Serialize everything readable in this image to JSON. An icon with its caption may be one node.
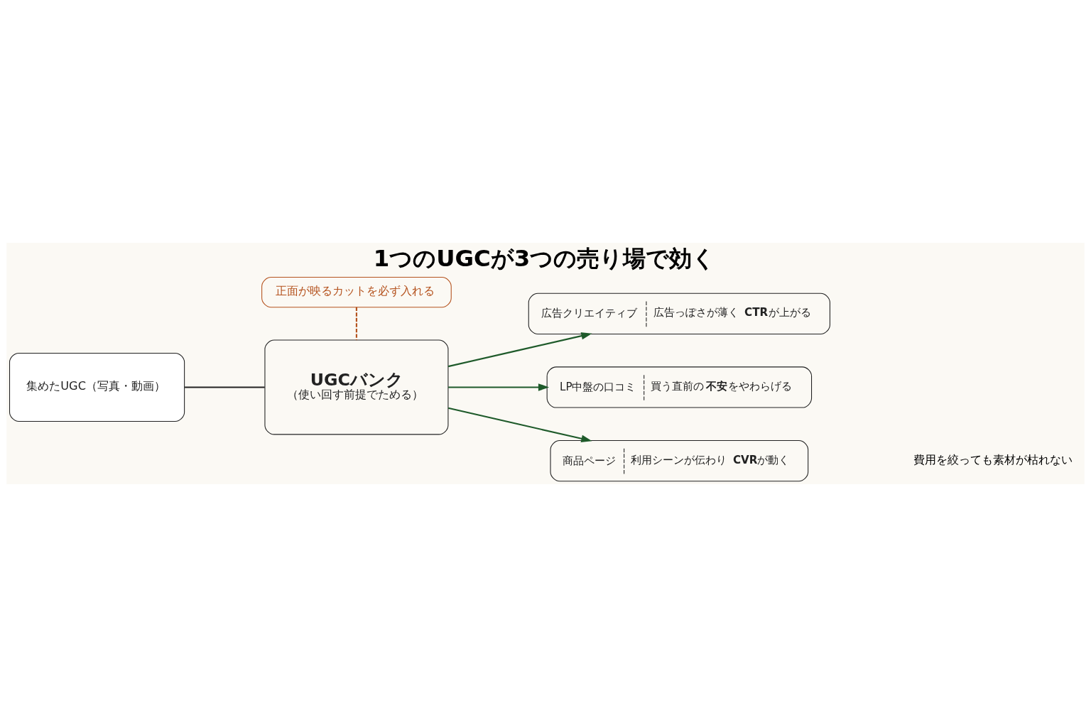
{
  "diagram": {
    "title": "1つのUGCが3つの売り場で効く",
    "nodes": [
      {
        "text": [
          "集めたUGC（写真・動画）"
        ]
      },
      {
        "text": [
          "UGCバンク",
          "（使い回す前提でためる）"
        ]
      },
      {
        "text": [
          "正面が映るカットを必ず入れる"
        ]
      },
      {
        "text": [
          "広告クリエイティブ",
          "広告っぽさが薄く **CTR**が上がる"
        ]
      },
      {
        "text": [
          "LP中盤の口コミ",
          "買う直前の**不安**をやわらげる"
        ]
      },
      {
        "text": [
          "商品ページ",
          "利用シーンが伝わり **CVR**が動く"
        ]
      }
    ],
    "edges": [
      {
        "from": 0,
        "to": 1,
        "arrow": "none",
        "color": "#222222"
      },
      {
        "from": 2,
        "to": 1,
        "arrow": "none",
        "style": "dashed",
        "color": "#b5531f"
      },
      {
        "from": 1,
        "to": 3,
        "arrow": "to"
      },
      {
        "from": 1,
        "to": 4,
        "arrow": "to"
      },
      {
        "from": 1,
        "to": 5,
        "arrow": "to"
      }
    ],
    "labels": [
      "費用を絞っても素材が枯れない"
    ]
  }
}
